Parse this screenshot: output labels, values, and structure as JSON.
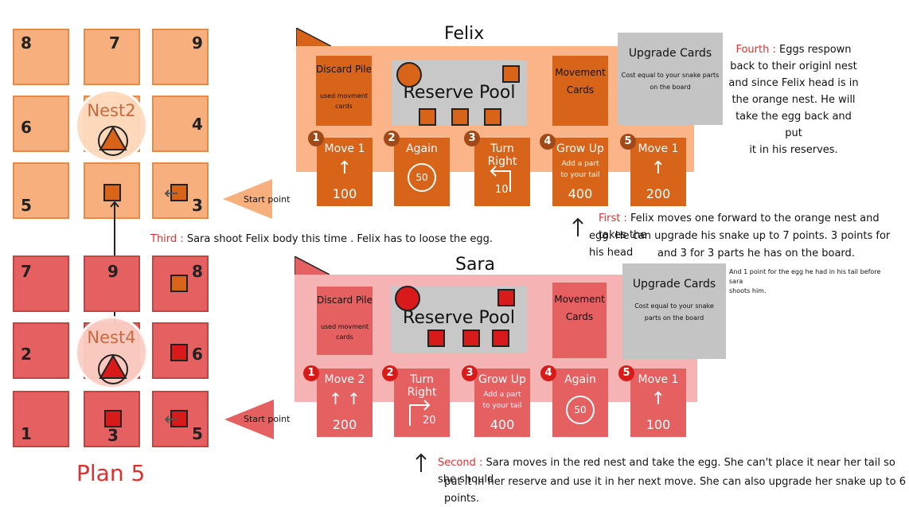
{
  "colors": {
    "orange": "#d8641a",
    "red": "#d91a1a",
    "orange_board": "#fbb487",
    "red_board": "#f6b3b3"
  },
  "orange_grid": {
    "numbers": [
      "8",
      "7",
      "9",
      "6",
      "4",
      "5",
      "3"
    ],
    "nest_label": "Nest2"
  },
  "red_grid": {
    "numbers": [
      "7",
      "9",
      "8",
      "2",
      "6",
      "1",
      "3",
      "5"
    ],
    "nest_label": "Nest4"
  },
  "plan_label": "Plan 5",
  "start_point": "Start point",
  "felix": {
    "name": "Felix",
    "discard_title": "Discard Pile",
    "discard_sub": "used movment cards",
    "pool_title": "Reserve Pool",
    "movement_title": "Movement Cards",
    "upgrade_title": "Upgrade Cards",
    "upgrade_sub": "Cost equal to your snake parts on the board",
    "cards": [
      {
        "n": "1",
        "title": "Move 1",
        "glyph": "↑",
        "value": "100"
      },
      {
        "n": "2",
        "title": "Again",
        "glyph": "50",
        "value": ""
      },
      {
        "n": "3",
        "title": "Turn Right",
        "glyph": "10",
        "value": ""
      },
      {
        "n": "4",
        "title": "Grow Up",
        "sub": "Add a part to your tail",
        "value": "400"
      },
      {
        "n": "5",
        "title": "Move 1",
        "glyph": "↑",
        "value": "200"
      }
    ]
  },
  "sara": {
    "name": "Sara",
    "discard_title": "Discard Pile",
    "discard_sub": "used movment cards",
    "pool_title": "Reserve Pool",
    "movement_title": "Movement Cards",
    "upgrade_title": "Upgrade Cards",
    "upgrade_sub": "Cost equal to your snake parts on the board",
    "cards": [
      {
        "n": "1",
        "title": "Move 2",
        "glyph": "↑ ↑",
        "value": "200"
      },
      {
        "n": "2",
        "title": "Turn Right",
        "glyph": "20",
        "value": ""
      },
      {
        "n": "3",
        "title": "Grow Up",
        "sub": "Add a part to your tail",
        "value": "400"
      },
      {
        "n": "4",
        "title": "Again",
        "glyph": "50",
        "value": ""
      },
      {
        "n": "5",
        "title": "Move 1",
        "glyph": "↑",
        "value": "100"
      }
    ]
  },
  "notes": {
    "third_label": "Third :",
    "third_text": "Sara shoot  Felix body this time . Felix has to loose the egg.",
    "fourth_label": "Fourth :",
    "fourth_text_1": "Eggs respown",
    "fourth_text_2": "back to their originl nest",
    "fourth_text_3": "and since Felix head is in",
    "fourth_text_4": "the orange nest. He will",
    "fourth_text_5": "take the egg back and put",
    "fourth_text_6": "it in his reserves.",
    "first_label": "First :",
    "first_text_1": "Felix moves one forward to the orange nest and takes the",
    "first_text_2": "egg. He can upgrade his snake up to 7 points. 3 points for his head",
    "first_text_3": "and 3 for 3 parts he has on the board.",
    "first_small_1": "And 1 point for the egg he had in his tail before sara",
    "first_small_2": "shoots him.",
    "second_label": "Second :",
    "second_text_1": "Sara moves in the red nest and take the egg. She can't place it near her tail so she should",
    "second_text_2": "put it in her reserve and use it in her next move. She can also upgrade her snake up to  6 points."
  }
}
